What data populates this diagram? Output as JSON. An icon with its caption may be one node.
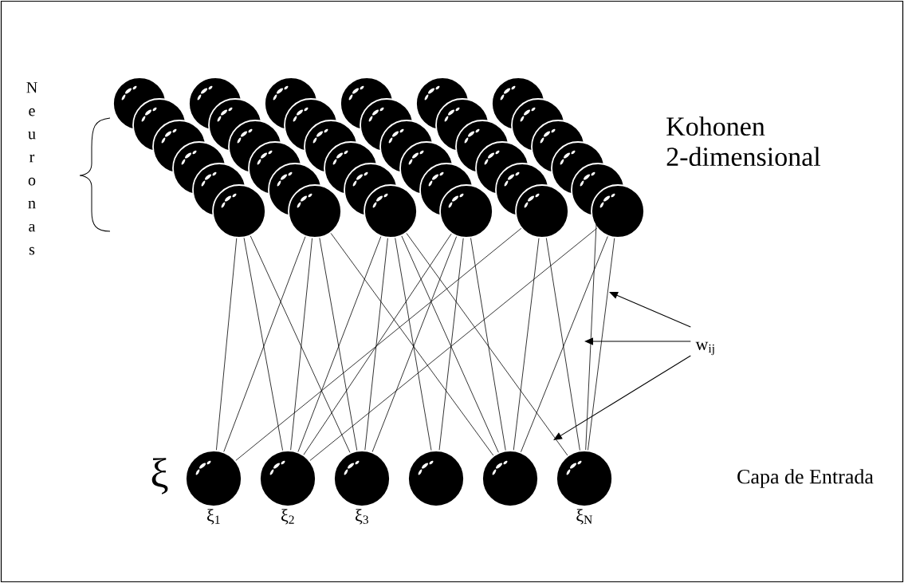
{
  "diagram": {
    "nodes": [
      {
        "text": [],
        "shape": "circle"
      },
      {
        "text": [],
        "shape": "circle"
      },
      {
        "text": [],
        "shape": "circle"
      },
      {
        "text": [],
        "shape": "circle"
      },
      {
        "text": [],
        "shape": "circle"
      },
      {
        "text": [],
        "shape": "circle"
      },
      {
        "text": [],
        "shape": "circle"
      },
      {
        "text": [],
        "shape": "circle"
      },
      {
        "text": [],
        "shape": "circle"
      },
      {
        "text": [],
        "shape": "circle"
      },
      {
        "text": [],
        "shape": "circle"
      },
      {
        "text": [],
        "shape": "circle"
      },
      {
        "text": [],
        "shape": "circle"
      },
      {
        "text": [],
        "shape": "circle"
      },
      {
        "text": [],
        "shape": "circle"
      },
      {
        "text": [],
        "shape": "circle"
      },
      {
        "text": [],
        "shape": "circle"
      },
      {
        "text": [],
        "shape": "circle"
      },
      {
        "text": [],
        "shape": "circle"
      },
      {
        "text": [],
        "shape": "circle"
      },
      {
        "text": [],
        "shape": "circle"
      },
      {
        "text": [],
        "shape": "circle"
      },
      {
        "text": [],
        "shape": "circle"
      },
      {
        "text": [],
        "shape": "circle"
      },
      {
        "text": [],
        "shape": "circle"
      },
      {
        "text": [],
        "shape": "circle"
      },
      {
        "text": [],
        "shape": "circle"
      },
      {
        "text": [],
        "shape": "circle"
      },
      {
        "text": [],
        "shape": "circle"
      },
      {
        "text": [],
        "shape": "circle"
      },
      {
        "text": [],
        "shape": "circle"
      },
      {
        "text": [],
        "shape": "circle"
      },
      {
        "text": [],
        "shape": "circle"
      },
      {
        "text": [],
        "shape": "circle"
      },
      {
        "text": [],
        "shape": "circle"
      },
      {
        "text": [],
        "shape": "circle"
      },
      {
        "text": [],
        "shape": "circle",
        "beside": [
          "ξ$_{1}$"
        ]
      },
      {
        "text": [],
        "shape": "circle",
        "beside": [
          "ξ$_{2}$"
        ]
      },
      {
        "text": [],
        "shape": "circle",
        "beside": [
          "ξ$_{3}$"
        ]
      },
      {
        "text": [],
        "shape": "circle"
      },
      {
        "text": [],
        "shape": "circle"
      },
      {
        "text": [],
        "shape": "circle",
        "beside": [
          "ξ$_{N}$"
        ]
      },
      {
        "text": [
          "w$_{ij}$"
        ]
      }
    ],
    "edges": [
      {
        "from": 30,
        "to": 36,
        "arrow": "none"
      },
      {
        "from": 31,
        "to": 36,
        "arrow": "none"
      },
      {
        "from": 34,
        "to": 36,
        "arrow": "none"
      },
      {
        "from": 30,
        "to": 37,
        "arrow": "none"
      },
      {
        "from": 31,
        "to": 37,
        "arrow": "none"
      },
      {
        "from": 32,
        "to": 37,
        "arrow": "none"
      },
      {
        "from": 35,
        "to": 37,
        "arrow": "none"
      },
      {
        "from": 33,
        "to": 37,
        "arrow": "none"
      },
      {
        "from": 30,
        "to": 38,
        "arrow": "none"
      },
      {
        "from": 31,
        "to": 38,
        "arrow": "none"
      },
      {
        "from": 32,
        "to": 38,
        "arrow": "none"
      },
      {
        "from": 33,
        "to": 38,
        "arrow": "none"
      },
      {
        "from": 32,
        "to": 39,
        "arrow": "none"
      },
      {
        "from": 33,
        "to": 39,
        "arrow": "none"
      },
      {
        "from": 31,
        "to": 40,
        "arrow": "none"
      },
      {
        "from": 32,
        "to": 40,
        "arrow": "none"
      },
      {
        "from": 33,
        "to": 40,
        "arrow": "none"
      },
      {
        "from": 34,
        "to": 40,
        "arrow": "none"
      },
      {
        "from": 35,
        "to": 40,
        "arrow": "none"
      },
      {
        "from": 32,
        "to": 41,
        "arrow": "none"
      },
      {
        "from": 29,
        "to": 41,
        "arrow": "none"
      },
      {
        "from": 34,
        "to": 41,
        "arrow": "none"
      },
      {
        "from": 35,
        "to": 41,
        "arrow": "none"
      },
      {
        "from": 42,
        "to": null,
        "arrow": "to"
      },
      {
        "from": 42,
        "to": null,
        "arrow": "to"
      },
      {
        "from": 42,
        "to": null,
        "arrow": "to"
      }
    ],
    "labels": [
      "Neuronas",
      "Kohonen 2-dimensional",
      "ξ",
      "Capa de Entrada"
    ]
  }
}
